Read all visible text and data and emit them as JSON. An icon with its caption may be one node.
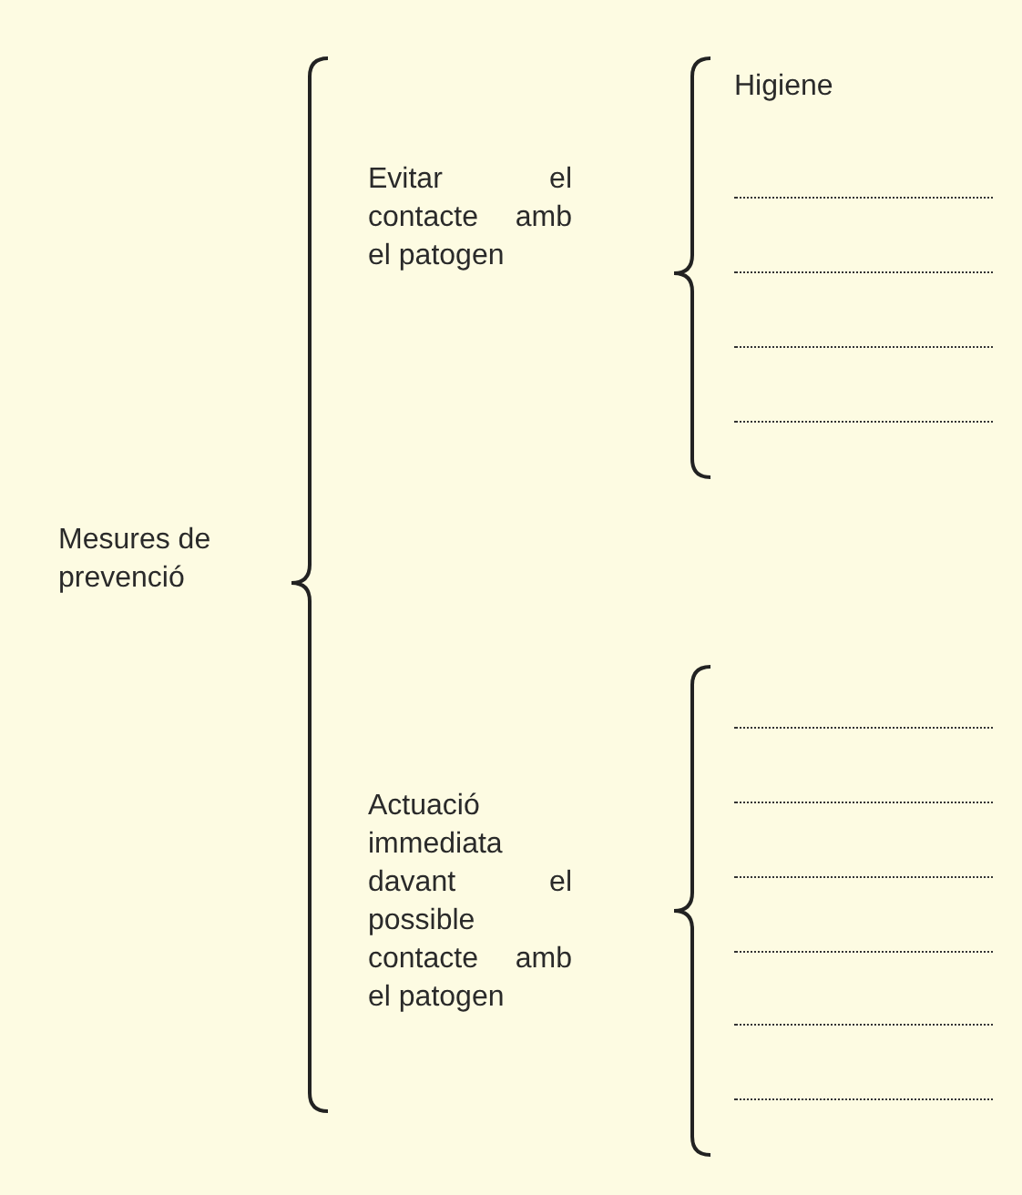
{
  "diagram": {
    "nodes": [
      {
        "text": [
          "Mesures de prevenció"
        ]
      },
      {
        "text": [
          "Evitar el contacte amb el patogen"
        ]
      },
      {
        "text": [
          "Actuació immediata davant el possible contacte amb el patogen"
        ]
      },
      {
        "text": [
          "Higiene"
        ]
      },
      {
        "text": [],
        "shape": "line"
      },
      {
        "text": [],
        "shape": "line"
      },
      {
        "text": [],
        "shape": "line"
      },
      {
        "text": [],
        "shape": "line"
      },
      {
        "text": [],
        "shape": "line"
      },
      {
        "text": [],
        "shape": "line"
      },
      {
        "text": [],
        "shape": "line"
      },
      {
        "text": [],
        "shape": "line"
      },
      {
        "text": [],
        "shape": "line"
      },
      {
        "text": [],
        "shape": "line"
      }
    ]
  }
}
